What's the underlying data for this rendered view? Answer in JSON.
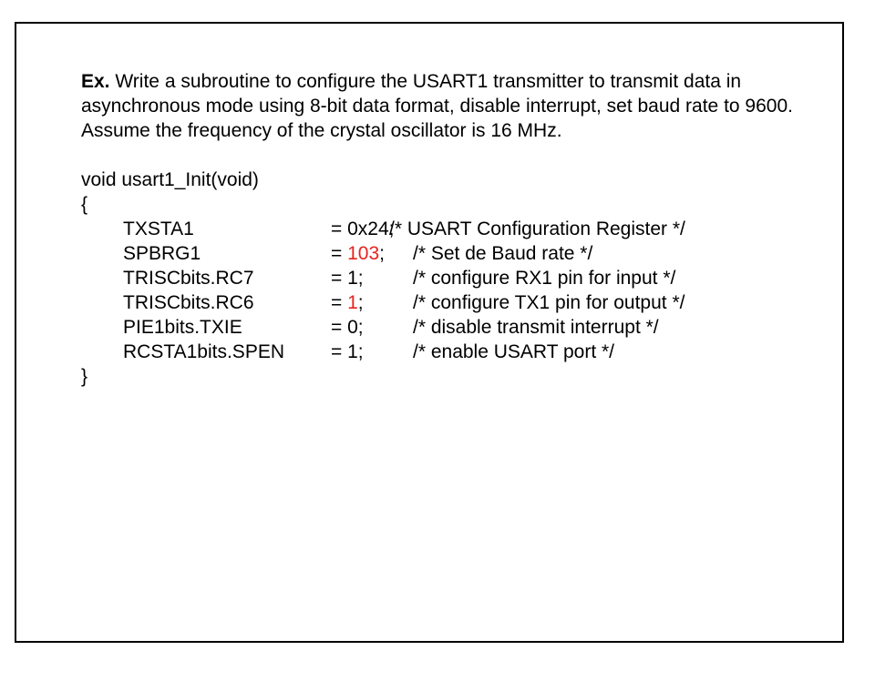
{
  "problem": {
    "label": "Ex.",
    "text": " Write a subroutine to configure the USART1 transmitter to transmit data in asynchronous mode using 8-bit data format, disable interrupt, set baud rate to 9600. Assume the frequency of the crystal oscillator is 16 MHz."
  },
  "code": {
    "signature": "void usart1_Init(void)",
    "open_brace": "{",
    "close_brace": "}",
    "statements": [
      {
        "target": "TXSTA1",
        "assign_prefix": "= ",
        "value": "0x24;",
        "comment": "/* USART Configuration Register */"
      },
      {
        "target": "SPBRG1",
        "assign_prefix": "= ",
        "value": "103",
        "value_suffix": ";",
        "comment": "/* Set de Baud rate */"
      },
      {
        "target": "TRISCbits.RC7",
        "assign_prefix": "= ",
        "value": "1;",
        "comment": "/* configure RX1 pin for input */"
      },
      {
        "target": "TRISCbits.RC6",
        "assign_prefix": "= ",
        "value": "1",
        "value_suffix": ";",
        "comment": "/* configure TX1 pin for output */"
      },
      {
        "target": "PIE1bits.TXIE",
        "assign_prefix": "= ",
        "value": "0;",
        "comment": "/* disable transmit interrupt */"
      },
      {
        "target": "RCSTA1bits.SPEN",
        "assign_prefix": "= ",
        "value": "1;",
        "comment": "/* enable USART port */"
      }
    ]
  },
  "colors": {
    "highlight": "#e8231e",
    "text": "#000000",
    "border": "#000000"
  }
}
